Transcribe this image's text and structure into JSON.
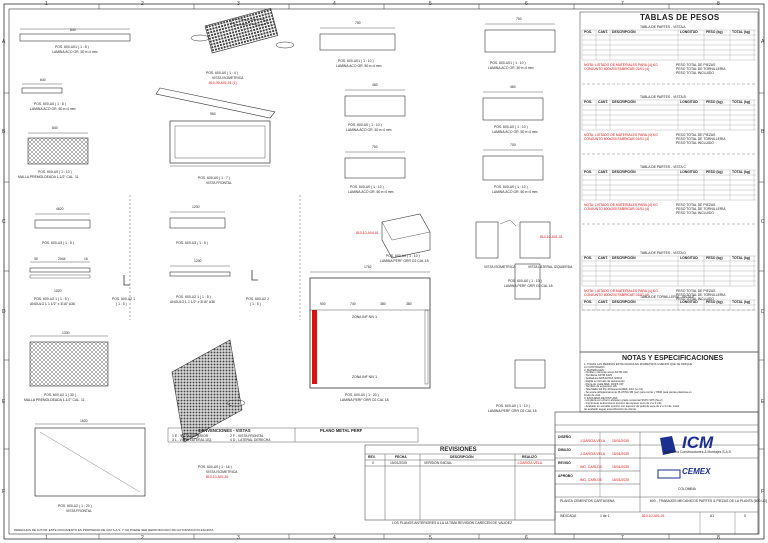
{
  "border": {
    "cols": [
      "1",
      "2",
      "3",
      "4",
      "5",
      "6",
      "7",
      "8"
    ],
    "rows": [
      "A",
      "B",
      "C",
      "D",
      "E",
      "F"
    ]
  },
  "weights": {
    "title": "TABLAS DE PESOS",
    "headers": [
      "POS.",
      "CANT.",
      "DESCRIPCIÓN",
      "LONGITUD",
      "PESO (kg)",
      "TOTAL (kg)"
    ],
    "table_labels": [
      "TABLA DE PARTES - VISTA A",
      "TABLA DE PARTES - VISTA B",
      "TABLA DE PARTES - VISTA C",
      "TABLA DE PARTES - VISTA D",
      "TABLA DE TORNILLERIA - VISTA E"
    ],
    "total_rows": [
      "PESO TOTAL DE PIEZAS",
      "PESO TOTAL DE TORNILLERIA",
      "PESO TOTAL INCLUIDO"
    ],
    "note_line1": "NOTA: LISTADO DE MATERIALES PARA (4) KG",
    "note_line2": "CONJUNTO 600x200 FABRICAR 01/01 (4)"
  },
  "notes": {
    "title": "NOTAS Y ESPECIFICACIONES",
    "lines": [
      "1. TODAS LAS MEDIDAS ESTAN DADAS EN MILIMETROS A MENOS QUE SE INDIQUE",
      "   LO CONTRARIO.",
      "2. MATERIALES:",
      "   - Perfiles y laminas acero ASTM A36",
      "   - Tornilleria ASTM A325",
      "   - Soldadura AWS E7018, E6013",
      "   - Rejilla en formato de aislamiento",
      "   - Pieza de malla MEF. 33/3/6 VIP",
      "   - Tornillos de expansion HIL",
      "   - Tela Malla 3/4 Ply-30 Especial REF. 1/16 (sc 14)",
      "   - Se usara obligatoriamente PLATINA 3M (ver) para cerrar y 6500 para piezas plasticas en",
      "     fondo de cola.",
      "3. ESQUEMA DE PINTURA:",
      "   - Limpieza con chorro abrasivo grado comercial SSPC SP6 (Sa 2)",
      "   - Imprimante anticorrosivo epoxico de espesor seco de 2 a 3 mils",
      "   - Acabado en esmalte epoxico con espesor de pelicula seca de 2 a 3 mils. Color",
      "     de acabado segun especificacion de cliente."
    ]
  },
  "drawings": {
    "top1_dim": "840",
    "top1_label": "POS. 600-U01 ( 1 : 8 )",
    "top1_sub": "LAMINA ACO GR. 50 e=4 mm",
    "iso_label": "POS. 600-U0 ( 1 : 4 )",
    "iso_sub": "VISTA ISOMETRICA",
    "iso_code": "810-09-A01-01 (1)",
    "mid1_dim": "750",
    "mid1_label": "POS. 600-U01 ( 1 : 10 )",
    "mid1_sub": "LAMINA ACO GR. 50 e=4 mm",
    "mid2_dim": "700",
    "mid2_label": "POS. 600-U01 ( 1 : 10 )",
    "mid2_sub": "LAMINA ACO GR. 50 e=4 mm",
    "a2_dim": "640",
    "a2_label": "POS. 600-U0 ( 1 : 8 )",
    "a2_sub": "LAMINA ACO GR. 50 e=4 mm",
    "b1_dim": "460",
    "b1_label": "POS. 600-U0 ( 1 : 10 )",
    "b1_sub": "LAMINA ACO GR. 50 e=4 mm",
    "b2_dim": "460",
    "b2_label": "POS. 600-U0 ( 1 : 10 )",
    "b2_sub": "LAMINA ACO GR. 50 e=4 mm",
    "mesh_dim": "840",
    "mesh_label": "POS. 600-U0 ( 1 : 10 )",
    "mesh_sub": "MALLA PREMOLDEADA 1-1/2\" CAL. 11",
    "front_dim": "960",
    "front_label": "POS. 600-U0 ( 1 : 7 )",
    "front_sub": "VISTA FRONTAL",
    "c1_dim": "700",
    "c1_label": "POS. 600-U0 ( 1 : 10 )",
    "c1_sub": "LAMINA ACO GR. 50 e=4 mm",
    "c2_dim": "700",
    "c2_label": "POS. 600-U0 ( 1 : 10 )",
    "c2_sub": "LAMINA ACO GR. 50 e=4 mm",
    "d_left_dim": "4620",
    "d_left_label": "POS. 600-U3 ( 1 : 5 )",
    "d_mid_dim": "1200",
    "d_mid_label": "POS. 600-U3 ( 1 : 5 )",
    "d_box_label": "POS. 600-U0 ( 1 : 10 )",
    "d_box_sub": "LAMINA PERF GRR O2 CAL 18",
    "d_box_code": "810-10-A04-01",
    "d_iso_label": "VISTA ISOMETRICA",
    "d_side_label": "VISTA LATERAL IZQUIERDA",
    "d_right_code": "810-10-A01-01",
    "e_left_dim": "1020",
    "e_left_dims": [
      "30",
      "2044",
      "16"
    ],
    "e_left_label": "POS. 600-U2 1 ( 1 : 5 )",
    "e_left_sub": "ANGULO L 1 1/2\" x 3/16\" A36",
    "e_mid_dim": "1200",
    "e_mid_label": "POS. 600-U2 1 ( 1 : 5 )",
    "e_mid_sub": "ANGULO L 1 1/2\" x 3/16\" A36",
    "e_small1": "POS. 600-U2 1",
    "e_small1_sub": "( 1 : 5 )",
    "e_small2": "POS. 600-U2 2",
    "e_small2_sub": "( 1 : 5 )",
    "big_dim_top": "1762",
    "big_dims": [
      "900",
      "740",
      "380",
      "380"
    ],
    "big_inner_top": "ZONA INF NIV 1",
    "big_inner_bottom": "ZONA INF NIV 1",
    "big_label": "POS. 600-U0 ( 1 : 20 )",
    "big_sub": "LAMINA PERF GRR O2 CAL 18",
    "rt_label": "POS. 600-U0 ( 1 : 10 )",
    "rt_sub": "LAMINA PERF GRR O2 CAL 18",
    "g_mesh_dim": "1330",
    "g_mesh_label": "POS. 600-U2 1 ( 30 )",
    "g_mesh_sub": "MALLA PREMOLDEADA 1-1/2\" CAL. 11",
    "iso2_label": "POS. 600-U0 ( 1 : 16 )",
    "iso2_sub": "VISTA ISOMETRICA",
    "iso2_code": "810-10-A01-01",
    "front2_dim": "1620",
    "front2_label": "POS. 600-U2 ( 1 : 20 )",
    "front2_sub": "VISTA FRONTAL",
    "small_bot_label": "POS. 600-U0 ( 1 : 10 )",
    "small_bot_sub": "LAMINA PERF GRR O2 CAL 18"
  },
  "conventions": {
    "title1": "CONVENCIONES - VISTAS",
    "title2": "PLANO METAL PERF",
    "items": [
      "1 E - VISTA SUPERIOR",
      "2 F - VISTA FRONTAL",
      "3 L - VISTA LATERAL IZQ.",
      "4 D - LATERAL DERECHA"
    ]
  },
  "revisions": {
    "title": "REVISIONES",
    "headers": [
      "REV.",
      "FECHA",
      "DESCRIPCIÓN",
      "REALIZÓ"
    ],
    "rows": [
      [
        "0",
        "15/01/2025",
        "VERSION INICIAL",
        "J.GARCÍA VELA"
      ]
    ],
    "footer_note": "LOS PLANOS ANTERIORES A LA ULTIMA REVISION CARECEN DE VALIDEZ"
  },
  "titleblock": {
    "company": "ICM",
    "company_sub": "Ingeniería Construcciones & Montajes S.A.S",
    "client": "CEMEX",
    "client_sub": "COLOMBIA",
    "rows": [
      [
        "DISEÑO",
        "J.GARCÍA VELA",
        "15/01/2025"
      ],
      [
        "DIBUJO",
        "J.GARCÍA VELA",
        "15/01/2025"
      ],
      [
        "REVISÓ",
        "ING. CARLOS",
        "15/01/2025"
      ],
      [
        "APROBÓ",
        "ING. CARLOS",
        "15/01/2025"
      ]
    ],
    "project": "PLANTA CEMENTOS CARTAGENA",
    "title": "600 - TRABAJOS MECANICOS PARTES & PIEZAS DE LA PLANTA (600-U0)",
    "scale": "INDICADA",
    "sheet": "1 de 1",
    "plano": "810-10-A01-01",
    "format": "A1",
    "rev": "0",
    "bottom_note": "DERECHOS DE AUTOR: ESTE DOCUMENTO ES PROPIEDAD DE ICM S.A.S. Y NO PUEDE SER REPRODUCIDO SIN AUTORIZACION ESCRITA"
  },
  "colors": {
    "line": "#333333",
    "red": "#dd1111",
    "blue": "#1a2f8f",
    "mesh": "#555555"
  }
}
